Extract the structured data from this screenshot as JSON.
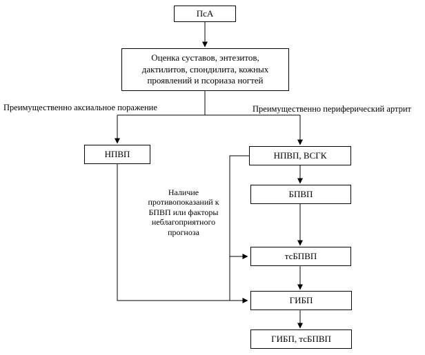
{
  "flowchart": {
    "nodes": {
      "psa": {
        "label": "ПсА"
      },
      "assessment": {
        "label": "Оценка суставов, энтезитов, дактилитов, спондилита, кожных проявлений и псориаза ногтей"
      },
      "nsaid": {
        "label": "НПВП"
      },
      "nsaid_gc": {
        "label": "НПВП, ВСГК"
      },
      "dmard": {
        "label": "БПВП"
      },
      "ts_dmard": {
        "label": "тсБПВП"
      },
      "bdmard": {
        "label": "ГИБП"
      },
      "bdmard_tsdmard": {
        "label": "ГИБП, тсБПВП"
      }
    },
    "branch_labels": {
      "axial": "Преимущественно аксиальное поражение",
      "peripheral": "Преимущественно периферический артрит"
    },
    "annotations": {
      "contraindications": "Наличие противопоказаний к БПВП или факторы неблагоприятного прогноза"
    },
    "colors": {
      "line": "#000000",
      "box_border": "#000000",
      "box_background": "#ffffff",
      "text": "#000000",
      "page_background": "#ffffff"
    }
  }
}
